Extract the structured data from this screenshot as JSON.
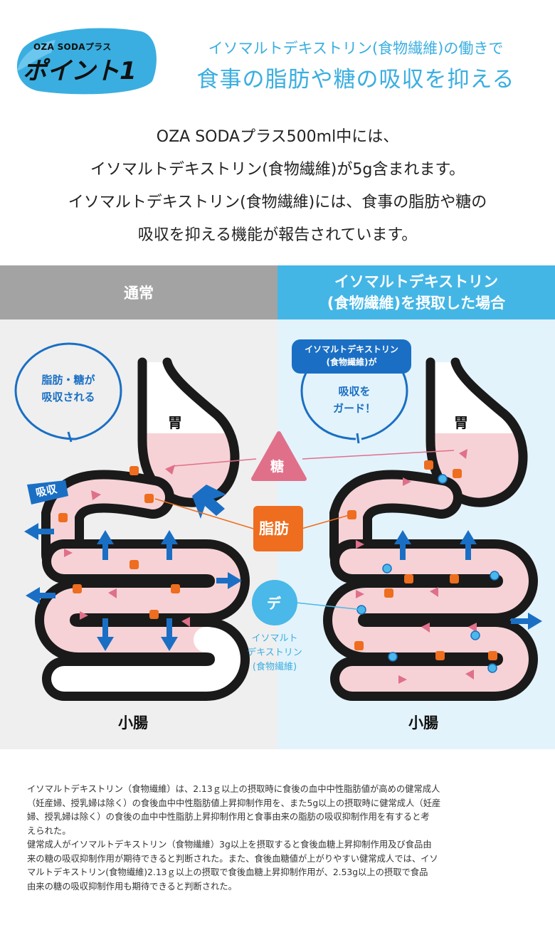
{
  "badge": {
    "brand": "OZA SODAプラス",
    "point": "ポイント1",
    "color": "#3aaee0"
  },
  "header": {
    "subtitle": "イソマルトデキストリン(食物繊維)の働きで",
    "title": "食事の脂肪や糖の吸収を抑える"
  },
  "intro": [
    "OZA SODAプラス500ml中には、",
    "イソマルトデキストリン(食物繊維)が5g含まれます。",
    "イソマルトデキストリン(食物繊維)には、食事の脂肪や糖の",
    "吸収を抑える機能が報告されています。"
  ],
  "panels": {
    "normal": {
      "header": "通常",
      "bubble_line1": "脂肪・糖が",
      "bubble_line2": "吸収される",
      "absorb_tag": "吸収",
      "stomach": "胃",
      "intestine": "小腸"
    },
    "with_fiber": {
      "header_line1": "イソマルトデキストリン",
      "header_line2": "(食物繊維)を摂取した場合",
      "tag_line1": "イソマルトデキストリン",
      "tag_line2": "(食物繊維)が",
      "bubble_line1": "吸収を",
      "bubble_line2": "ガード！",
      "stomach": "胃",
      "intestine": "小腸"
    }
  },
  "legend": {
    "sugar": "糖",
    "fat": "脂肪",
    "fiber_symbol": "デ",
    "fiber_line1": "イソマルト",
    "fiber_line2": "デキストリン",
    "fiber_line3": "(食物繊維)"
  },
  "colors": {
    "accent": "#3aaee0",
    "sugar": "#e0708a",
    "fat": "#ee6d1e",
    "fiber": "#4ab8e8",
    "arrow": "#1a6fc4",
    "gut": "#f6d2d6",
    "outline": "#1a1a1a"
  },
  "footnote": [
    "イソマルトデキストリン（食物繊維）は、2.13ｇ以上の摂取時に食後の血中中性脂肪値が高めの健常成人",
    "（妊産婦、授乳婦は除く）の食後血中中性脂肪値上昇抑制作用を、また5g以上の摂取時に健常成人（妊産",
    "婦、授乳婦は除く）の食後の血中中性脂肪上昇抑制作用と食事由来の脂肪の吸収抑制作用を有すると考",
    "えられた。",
    "健常成人がイソマルトデキストリン（食物繊維）3g以上を摂取すると食後血糖上昇抑制作用及び食品由",
    "来の糖の吸収抑制作用が期待できると判断された。また、食後血糖値が上がりやすい健常成人では、イソ",
    "マルトデキストリン(食物繊維)2.13ｇ以上の摂取で食後血糖上昇抑制作用が、2.53g以上の摂取で食品",
    "由来の糖の吸収抑制作用も期待できると判断された。"
  ]
}
